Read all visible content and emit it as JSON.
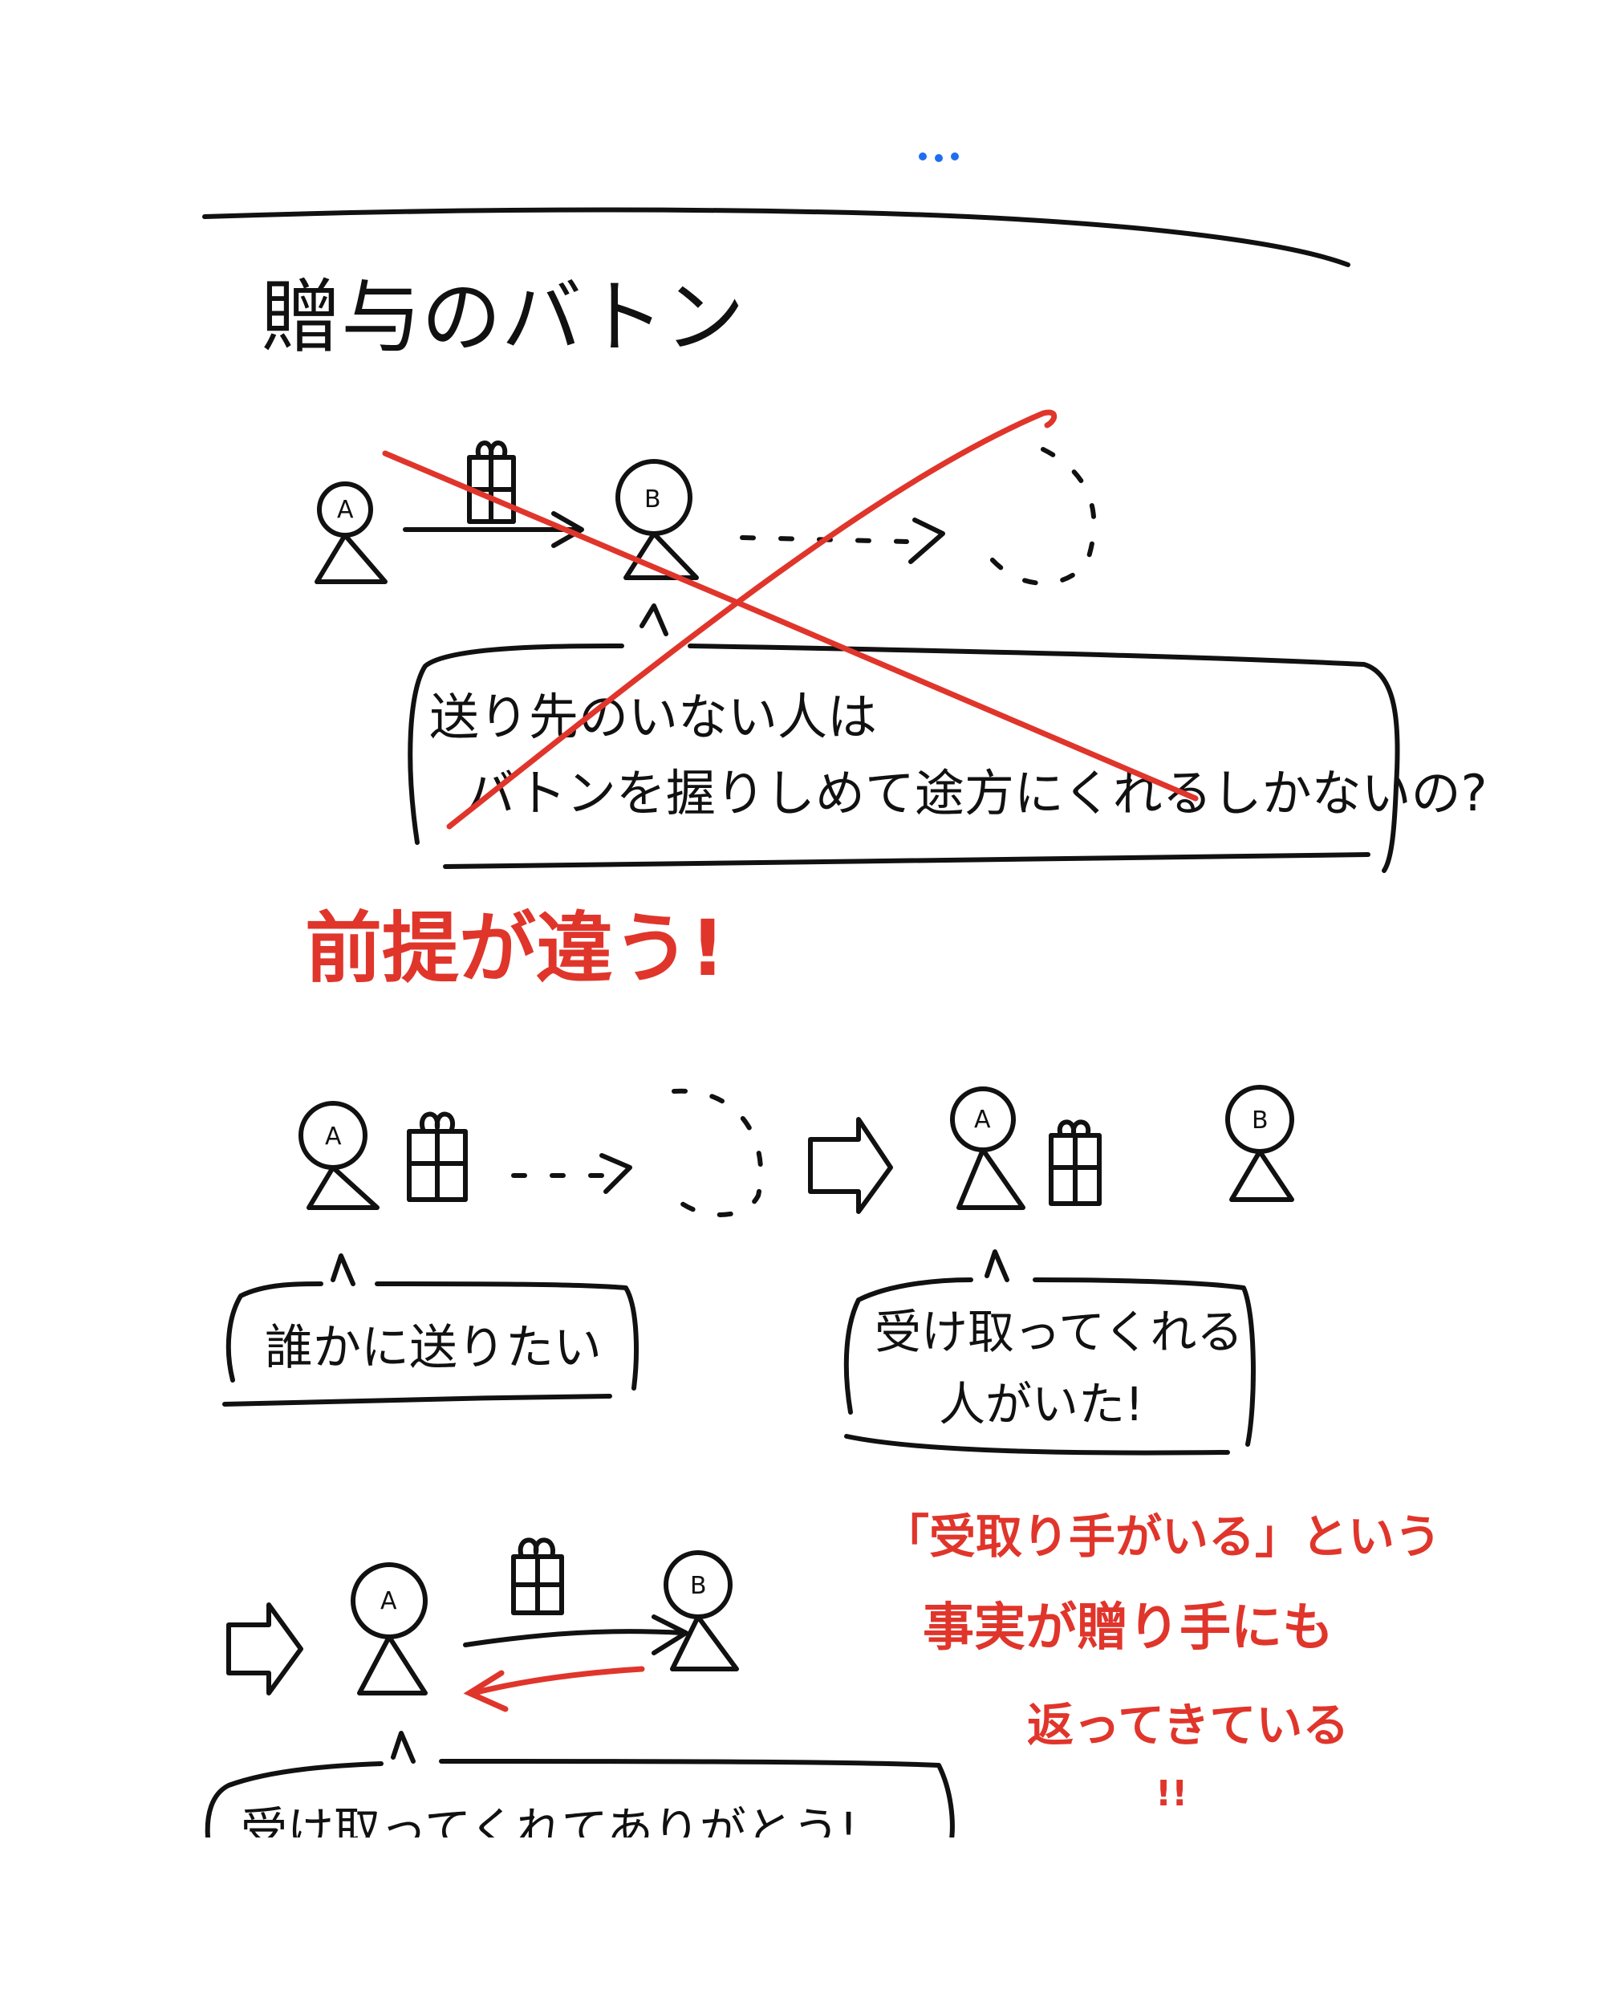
{
  "title": "贈与のバトン",
  "scene1": {
    "person_a": "A",
    "person_b": "B",
    "bubble_line1": "送り先のいない人は",
    "bubble_line2": "バトンを握りしめて途方にくれるしかないの?"
  },
  "premise_wrong": "前提が違う!",
  "scene2": {
    "person_a_left": "A",
    "person_a_right": "A",
    "person_b_right": "B",
    "bubble_left": "誰かに送りたい",
    "bubble_right_line1": "受け取ってくれる",
    "bubble_right_line2": "人がいた!"
  },
  "scene3": {
    "person_a": "A",
    "person_b": "B",
    "bubble": "受け取ってくれてありがとう!"
  },
  "note_red": {
    "line1": "「受取り手がいる」という",
    "line2": "事実が贈り手にも",
    "line3": "返ってきている",
    "line4": "!!"
  },
  "colors": {
    "ink": "#111111",
    "accent_red": "#e0352b",
    "dots_blue": "#1e6ff0"
  }
}
